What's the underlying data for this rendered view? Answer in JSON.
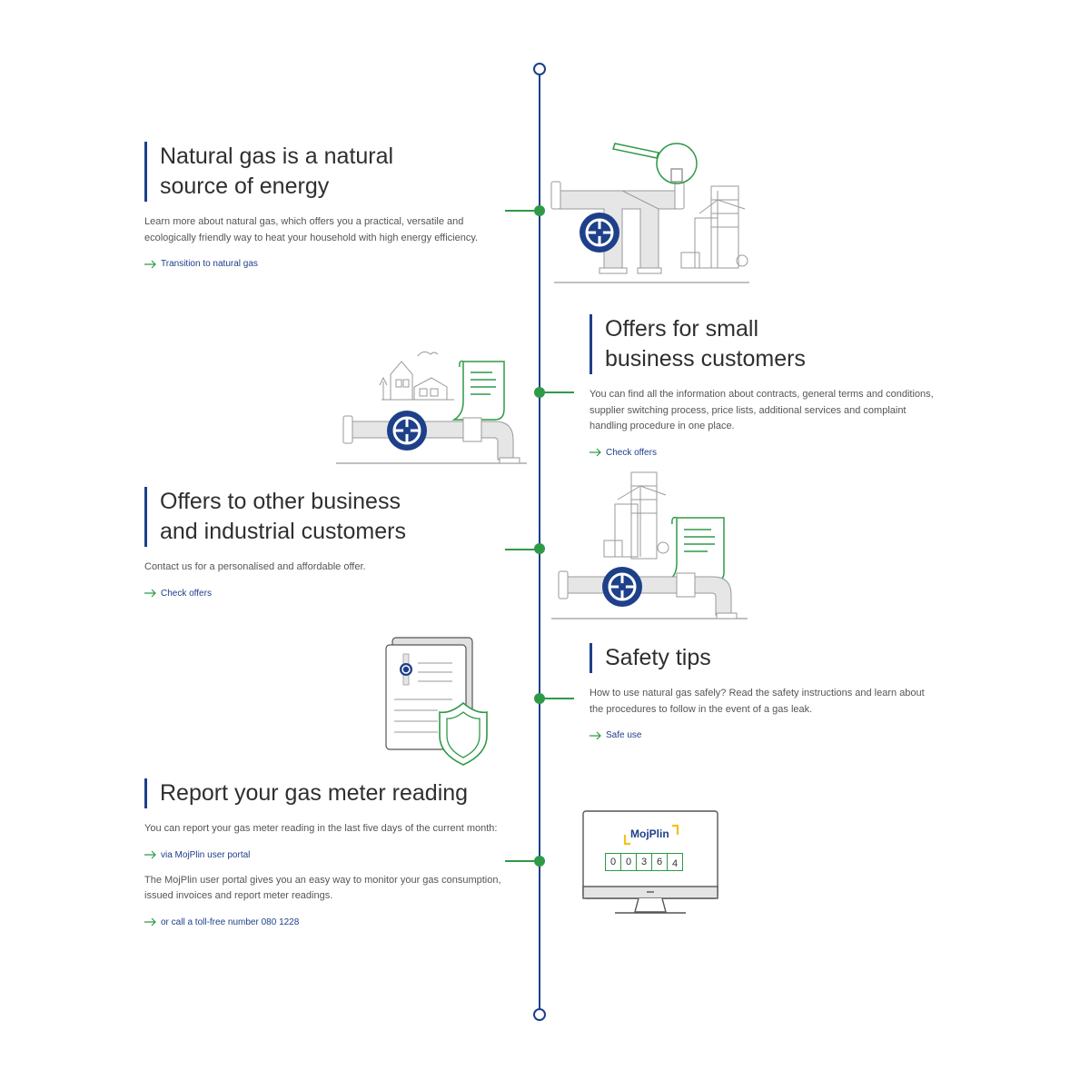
{
  "sections": [
    {
      "title_line1": "Natural gas is a natural",
      "title_line2": "source of energy",
      "description": "Learn more about natural gas, which offers you a practical, versatile and ecologically friendly way to heat your household with high energy efficiency.",
      "link": "Transition to natural gas"
    },
    {
      "title_line1": "Offers for small",
      "title_line2": "business customers",
      "description": "You can find all the information about contracts, general terms and conditions, supplier switching process, price lists, additional services and complaint handling procedure in one place.",
      "link": "Check offers"
    },
    {
      "title_line1": "Offers to other business",
      "title_line2": "and industrial customers",
      "description": "Contact us for a personalised and affordable offer.",
      "link": "Check offers"
    },
    {
      "title_line1": "Safety tips",
      "description": "How to use natural gas safely? Read the safety instructions and learn about the procedures to follow in the event of a gas leak.",
      "link": "Safe use"
    },
    {
      "title_line1": "Report your gas meter reading",
      "description": "You can report your gas meter reading in the last five days of the current month:",
      "link": "via MojPlin user portal",
      "description2": "The MojPlin user portal gives you an easy way to monitor your gas consumption, issued invoices and report meter readings.",
      "link2": "or call a toll-free number 080 1228"
    }
  ],
  "meter": {
    "brand": "MojPlin",
    "digits": [
      "0",
      "0",
      "3",
      "6",
      "4"
    ]
  },
  "colors": {
    "navy": "#1e3f8a",
    "green": "#2e9a48",
    "pipe_gray": "#dcdcdc",
    "line_gray": "#9a9a9a",
    "brand_yellow": "#f2c21b"
  },
  "icons": [
    "arrow-right-icon",
    "valve-icon",
    "pipe-icon",
    "document-icon",
    "shield-icon",
    "monitor-icon",
    "magnifier-icon"
  ]
}
